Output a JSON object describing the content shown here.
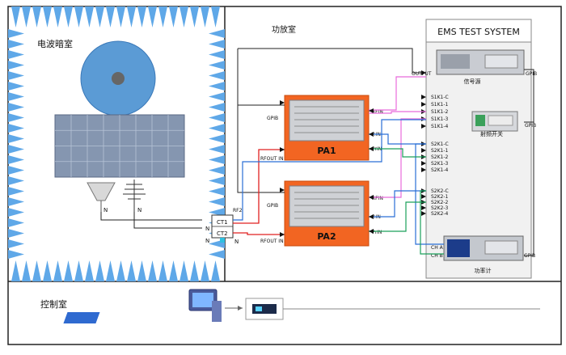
{
  "rooms": {
    "anechoic": "电波暗室",
    "amplifier": "功放室",
    "control": "控制室"
  },
  "system_title": "EMS TEST SYSTEM",
  "amplifiers": [
    {
      "name": "PA1",
      "gpib": "GPIB",
      "rfin": "RFIN",
      "rfout": "RFOUT IN",
      "pin": "P.IN",
      "prin": "PrIN"
    },
    {
      "name": "PA2",
      "gpib": "GPIB",
      "rfin": "RFIN",
      "rfout": "RFOUT IN",
      "pin": "P.IN",
      "prin": "PrIN"
    }
  ],
  "couplers": {
    "ct1": "CT1",
    "ct2": "CT2",
    "label": "RF2",
    "n_left_top": "N",
    "n_left_bottom": "N",
    "n_right": "N"
  },
  "antenna_ports": {
    "horn": "N",
    "log": "N"
  },
  "signal_generator": {
    "label": "信号源",
    "output": "OUTPUT",
    "gpib": "GPIB"
  },
  "switch_unit": {
    "label": "射频开关",
    "gpib": "GPIB",
    "ports": [
      "S1K1-C",
      "S1K1-1",
      "S1K1-2",
      "S1K1-3",
      "S1K1-4",
      "S2K1-C",
      "S2K1-1",
      "S2K1-2",
      "S2K1-3",
      "S2K1-4",
      "S2K2-C",
      "S2K2-1",
      "S2K2-2",
      "S2K2-3",
      "S2K2-4"
    ]
  },
  "power_meter": {
    "label": "功率计",
    "cha": "CH A",
    "chb": "CH B",
    "gpib": "GPIB"
  }
}
